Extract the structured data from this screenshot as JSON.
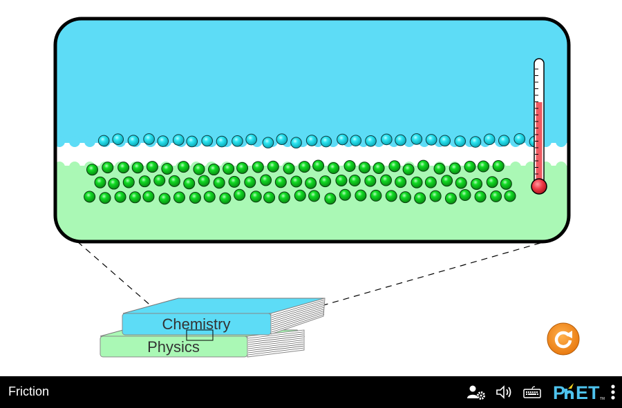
{
  "app": {
    "title": "Friction"
  },
  "scene": {
    "magnifier": {
      "top_material_color": "#5ddcf6",
      "bottom_material_color": "#aaf8b5",
      "border_color": "#000000",
      "top_atom_color": "#2ee6f2",
      "bottom_atom_color": "#12dc24"
    },
    "thermometer": {
      "fill_color": "#ef4d55",
      "fill_level_percent": 70
    },
    "books": {
      "top_book": {
        "label": "Chemistry",
        "color": "#5ddcf6"
      },
      "bottom_book": {
        "label": "Physics",
        "color": "#aaf8b5"
      }
    },
    "reset_all": {
      "color": "#f7941d",
      "icon": "reset-icon"
    }
  },
  "navbar": {
    "preferences_icon": "person-gear-icon",
    "audio_icon": "speaker-icon",
    "keyboard_help_icon": "keyboard-icon",
    "logo_text": "PhET",
    "menu_icon": "kebab-menu-icon",
    "logo_color": "#4ec3ee",
    "logo_accent": "#f4d11f"
  }
}
